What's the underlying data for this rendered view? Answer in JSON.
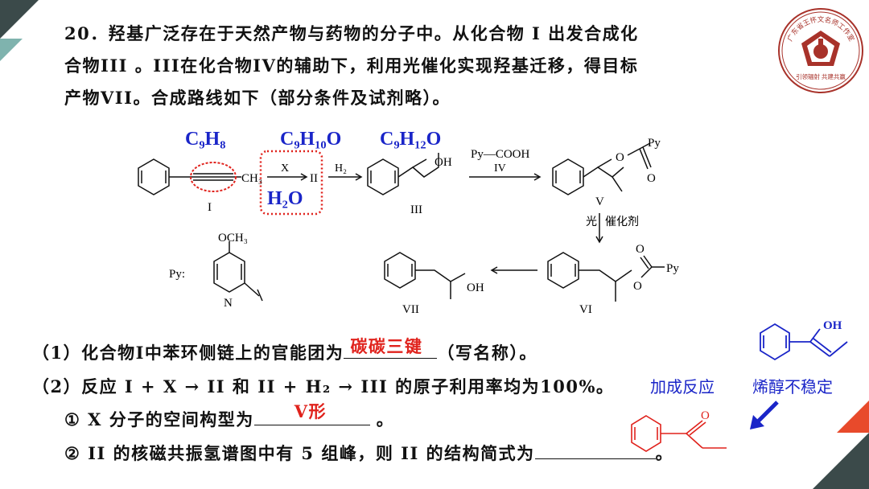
{
  "question": {
    "stem_line1": "20．羟基广泛存在于天然产物与药物的分子中。从化合物 I 出发合成化",
    "stem_line2": "合物III 。III在化合物IV的辅助下，利用光催化实现羟基迁移，得目标",
    "stem_line3": "产物VII。合成路线如下（部分条件及试剂略）。"
  },
  "scheme": {
    "formula_I": "C₉H₈",
    "formula_II": "C₉H₁₀O",
    "formula_III": "C₉H₁₂O",
    "answer_X": "H₂O",
    "ch3_label": "CH₃",
    "oh_label": "OH",
    "x_label": "X",
    "h2_label": "H₂",
    "ii_label": "II",
    "py_cooh_label": "Py—COOH",
    "iv_label": "IV",
    "py_label": "Py",
    "o_label": "O",
    "light_label": "光",
    "catalyst_label": "催化剂",
    "och3_label": "OCH₃",
    "n_label": "N",
    "py_def_label": "Py:",
    "compound_I": "I",
    "compound_III": "III",
    "compound_V": "V",
    "compound_VI": "VI",
    "compound_VII": "VII"
  },
  "parts": {
    "p1_text": "（1）化合物I中苯环侧链上的官能团为",
    "p1_answer": "碳碳三键",
    "p1_suffix": "（写名称）。",
    "p2_text": "（2）反应 I + X → II 和 II + H₂ → III 的原子利用率均为100%。",
    "p2_note1": "加成反应",
    "p2_note2": "烯醇不稳定",
    "p2_1_text": "① X 分子的空间构型为",
    "p2_1_answer": "V形",
    "p2_1_suffix": "。",
    "p2_2_text": "② II 的核磁共振氢谱图中有 5 组峰，则 II 的结构简式为",
    "p2_2_suffix": "。",
    "enol_oh_label": "OH",
    "ketone_o_label": "O"
  },
  "seal": {
    "arc_text": "广东省王怀文名师工作室",
    "bottom_text": "引领辐射 共建共赢"
  },
  "colors": {
    "blue": "#1a25c8",
    "red": "#e0221c",
    "seal": "#a8322a",
    "corner_dark": "#3b4a4a"
  }
}
